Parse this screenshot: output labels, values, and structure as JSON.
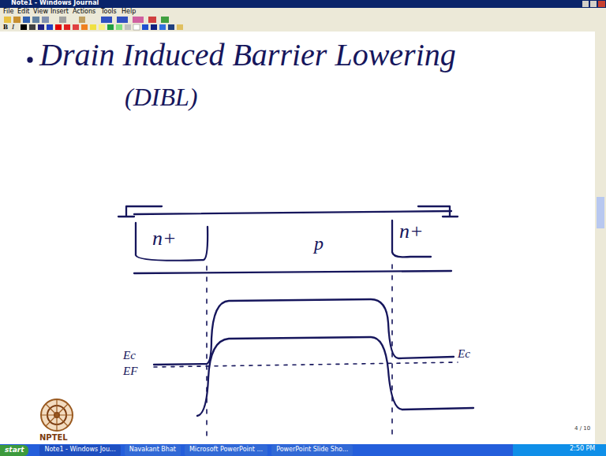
{
  "diagram": {
    "title": "Drain Induced Barrier Lowering",
    "nodes": [
      {
        "text": [
          "n+"
        ]
      },
      {
        "text": [
          "n+"
        ]
      },
      {
        "text": [
          "start"
        ]
      },
      {
        "text": [
          "Note1 - Windows Jou..."
        ]
      },
      {
        "text": [
          "Navakant Bhat"
        ]
      },
      {
        "text": [
          "Microsoft PowerPoint ..."
        ]
      },
      {
        "text": [
          "PowerPoint Slide Sho..."
        ]
      }
    ],
    "labels": [
      "Note1 - Windows Journal",
      "File",
      "Edit",
      "View",
      "Insert",
      "Actions",
      "Tools",
      "Help",
      "B",
      "I",
      "(DIBL)",
      "p",
      "Ec",
      "EF",
      "Ec",
      "NPTEL",
      "4 / 10",
      "2:50 PM"
    ]
  }
}
